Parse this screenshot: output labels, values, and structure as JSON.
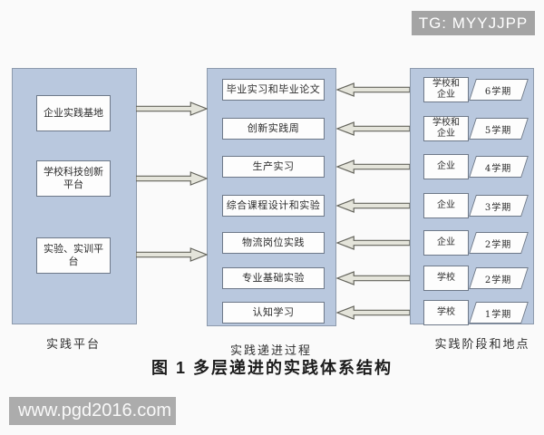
{
  "overlay": {
    "badge": "TG: MYYJJPP",
    "watermark": "www.pgd2016.com"
  },
  "caption": "图 1  多层递进的实践体系结构",
  "diagram": {
    "left": {
      "label": "实践平台",
      "items": [
        "企业实践基地",
        "学校科技创新平台",
        "实验、实训平台"
      ]
    },
    "middle": {
      "label": "实践递进过程",
      "items": [
        "毕业实习和毕业论文",
        "创新实践周",
        "生产实习",
        "综合课程设计和实验",
        "物流岗位实践",
        "专业基础实验",
        "认知学习"
      ]
    },
    "right": {
      "label": "实践阶段和地点",
      "rows": [
        {
          "place": "学校和企业",
          "term": "6学期"
        },
        {
          "place": "学校和企业",
          "term": "5学期"
        },
        {
          "place": "企业",
          "term": "4学期"
        },
        {
          "place": "企业",
          "term": "3学期"
        },
        {
          "place": "企业",
          "term": "2学期"
        },
        {
          "place": "学校",
          "term": "2学期"
        },
        {
          "place": "学校",
          "term": "1学期"
        }
      ]
    },
    "colors": {
      "panel_fill": "#b9c8de",
      "panel_border": "#8d9aac",
      "box_border": "#6e7989",
      "arrow_fill": "#e4e4da",
      "arrow_stroke": "#64645c",
      "badge_bg": "#a4a4a4",
      "watermark_bg": "#acacac"
    }
  }
}
